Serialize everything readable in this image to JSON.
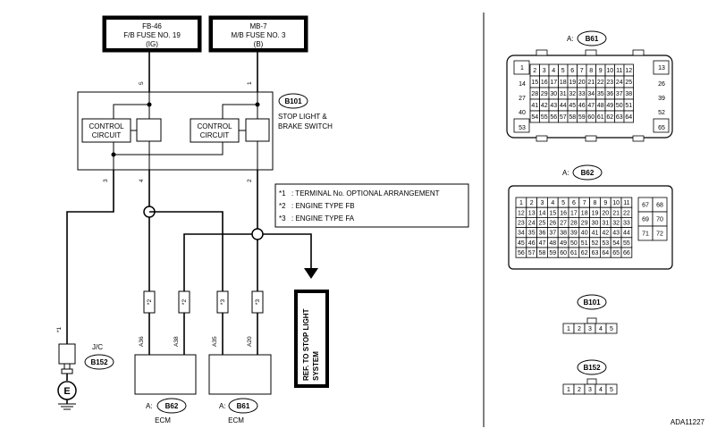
{
  "fuses": [
    {
      "id": "FB-46",
      "line1": "F/B FUSE NO. 19",
      "line2": "(IG)"
    },
    {
      "id": "MB-7",
      "line1": "M/B FUSE NO. 3",
      "line2": "(B)"
    }
  ],
  "wire_numbers": {
    "w5": "5",
    "w1": "1",
    "w3": "3",
    "w4": "4",
    "w2": "2"
  },
  "switch": {
    "connector": "B101",
    "name_line1": "STOP LIGHT &",
    "name_line2": "BRAKE SWITCH",
    "circuit_line1": "CONTROL",
    "circuit_line2": "CIRCUIT"
  },
  "notes": [
    {
      "mark": "*1",
      "text": ": TERMINAL No. OPTIONAL ARRANGEMENT"
    },
    {
      "mark": "*2",
      "text": ": ENGINE TYPE FB"
    },
    {
      "mark": "*3",
      "text": ": ENGINE TYPE FA"
    }
  ],
  "tags": {
    "t2": "*2",
    "t3": "*3",
    "t1": "*1"
  },
  "ecm_terms": [
    "A36",
    "A38",
    "A35",
    "A20"
  ],
  "jc": {
    "label": "J/C",
    "connector": "B152"
  },
  "ecm": [
    {
      "prefix": "A:",
      "connector": "B62",
      "label": "ECM"
    },
    {
      "prefix": "A:",
      "connector": "B61",
      "label": "ECM"
    }
  ],
  "ref": {
    "line1": "REF. TO STOP LIGHT",
    "line2": "SYSTEM"
  },
  "connectors": {
    "b61": {
      "prefix": "A:",
      "name": "B61",
      "rows": [
        [
          "2",
          "3",
          "4",
          "5",
          "6",
          "7",
          "8",
          "9",
          "10",
          "11",
          "12"
        ],
        [
          "15",
          "16",
          "17",
          "18",
          "19",
          "20",
          "21",
          "22",
          "23",
          "24",
          "25"
        ],
        [
          "28",
          "29",
          "30",
          "31",
          "32",
          "33",
          "34",
          "35",
          "36",
          "37",
          "38"
        ],
        [
          "41",
          "42",
          "43",
          "44",
          "45",
          "46",
          "47",
          "48",
          "49",
          "50",
          "51"
        ],
        [
          "54",
          "55",
          "56",
          "57",
          "58",
          "59",
          "60",
          "61",
          "62",
          "63",
          "64"
        ]
      ],
      "left": [
        "1",
        "14",
        "27",
        "40",
        "53"
      ],
      "right": [
        "13",
        "26",
        "39",
        "52",
        "65"
      ]
    },
    "b62": {
      "prefix": "A:",
      "name": "B62",
      "rows": [
        [
          "1",
          "2",
          "3",
          "4",
          "5",
          "6",
          "7",
          "8",
          "9",
          "10",
          "11"
        ],
        [
          "12",
          "13",
          "14",
          "15",
          "16",
          "17",
          "18",
          "19",
          "20",
          "21",
          "22"
        ],
        [
          "23",
          "24",
          "25",
          "26",
          "27",
          "28",
          "29",
          "30",
          "31",
          "32",
          "33"
        ],
        [
          "34",
          "35",
          "36",
          "37",
          "38",
          "39",
          "40",
          "41",
          "42",
          "43",
          "44"
        ],
        [
          "45",
          "46",
          "47",
          "48",
          "49",
          "50",
          "51",
          "52",
          "53",
          "54",
          "55"
        ],
        [
          "56",
          "57",
          "58",
          "59",
          "60",
          "61",
          "62",
          "63",
          "64",
          "65",
          "66"
        ]
      ],
      "right": [
        [
          "67",
          "68"
        ],
        [
          "69",
          "70"
        ],
        [
          "71",
          "72"
        ]
      ]
    },
    "b101": {
      "name": "B101",
      "pins": [
        "1",
        "2",
        "3",
        "4",
        "5"
      ]
    },
    "b152": {
      "name": "B152",
      "pins": [
        "1",
        "2",
        "3",
        "4",
        "5"
      ]
    }
  },
  "figure_id": "ADA11227"
}
